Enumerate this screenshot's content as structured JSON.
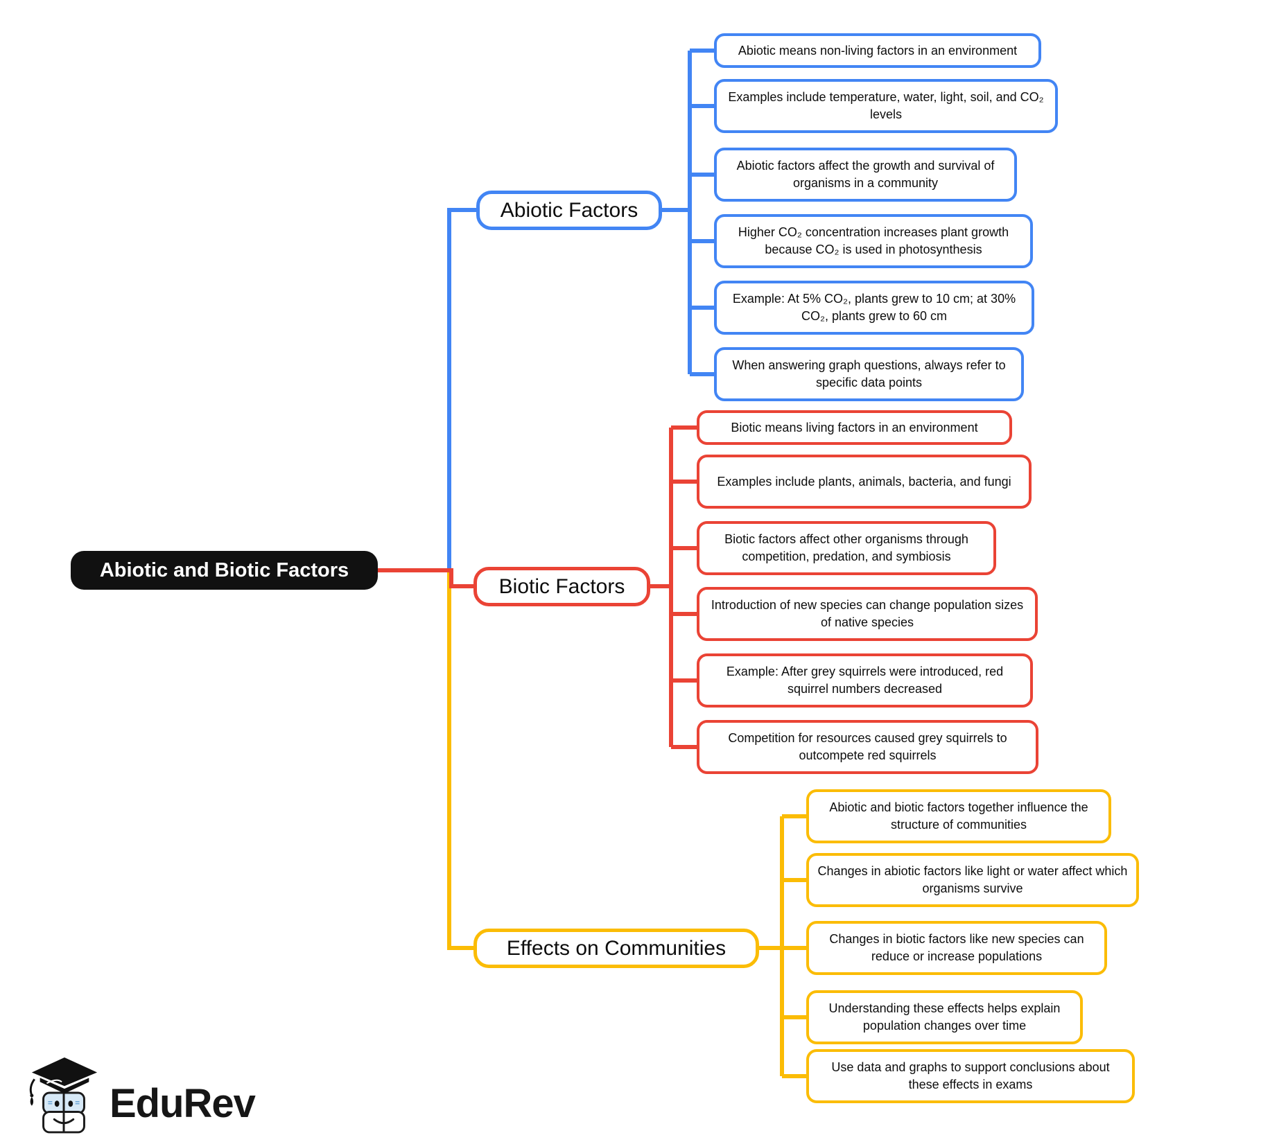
{
  "root": {
    "label": "Abiotic and Biotic Factors",
    "bg": "#111111",
    "text_color": "#ffffff"
  },
  "branches": [
    {
      "label": "Abiotic Factors",
      "color": "#4285F4",
      "leaves": [
        "Abiotic means non-living factors in an environment",
        "Examples include temperature, water, light, soil, and CO₂ levels",
        "Abiotic factors affect the growth and survival of organisms in a community",
        "Higher CO₂ concentration increases plant growth because CO₂ is used in photosynthesis",
        "Example: At 5% CO₂, plants grew to 10 cm; at 30% CO₂, plants grew to 60 cm",
        "When answering graph questions, always refer to specific data points"
      ]
    },
    {
      "label": "Biotic Factors",
      "color": "#EA4335",
      "leaves": [
        "Biotic means living factors in an environment",
        "Examples include plants, animals, bacteria, and fungi",
        "Biotic factors affect other organisms through competition, predation, and symbiosis",
        "Introduction of new species can change population sizes of native species",
        "Example: After grey squirrels were introduced, red squirrel numbers decreased",
        "Competition for resources caused grey squirrels to outcompete red squirrels"
      ]
    },
    {
      "label": "Effects on Communities",
      "color": "#FBBC05",
      "leaves": [
        "Abiotic and biotic factors together influence the structure of communities",
        "Changes in abiotic factors like light or water affect which organisms survive",
        "Changes in biotic factors like new species can reduce or increase populations",
        "Understanding these effects helps explain population changes over time",
        "Use data and graphs to support conclusions about these effects in exams"
      ]
    }
  ],
  "logo": {
    "brand": "EduRev"
  }
}
